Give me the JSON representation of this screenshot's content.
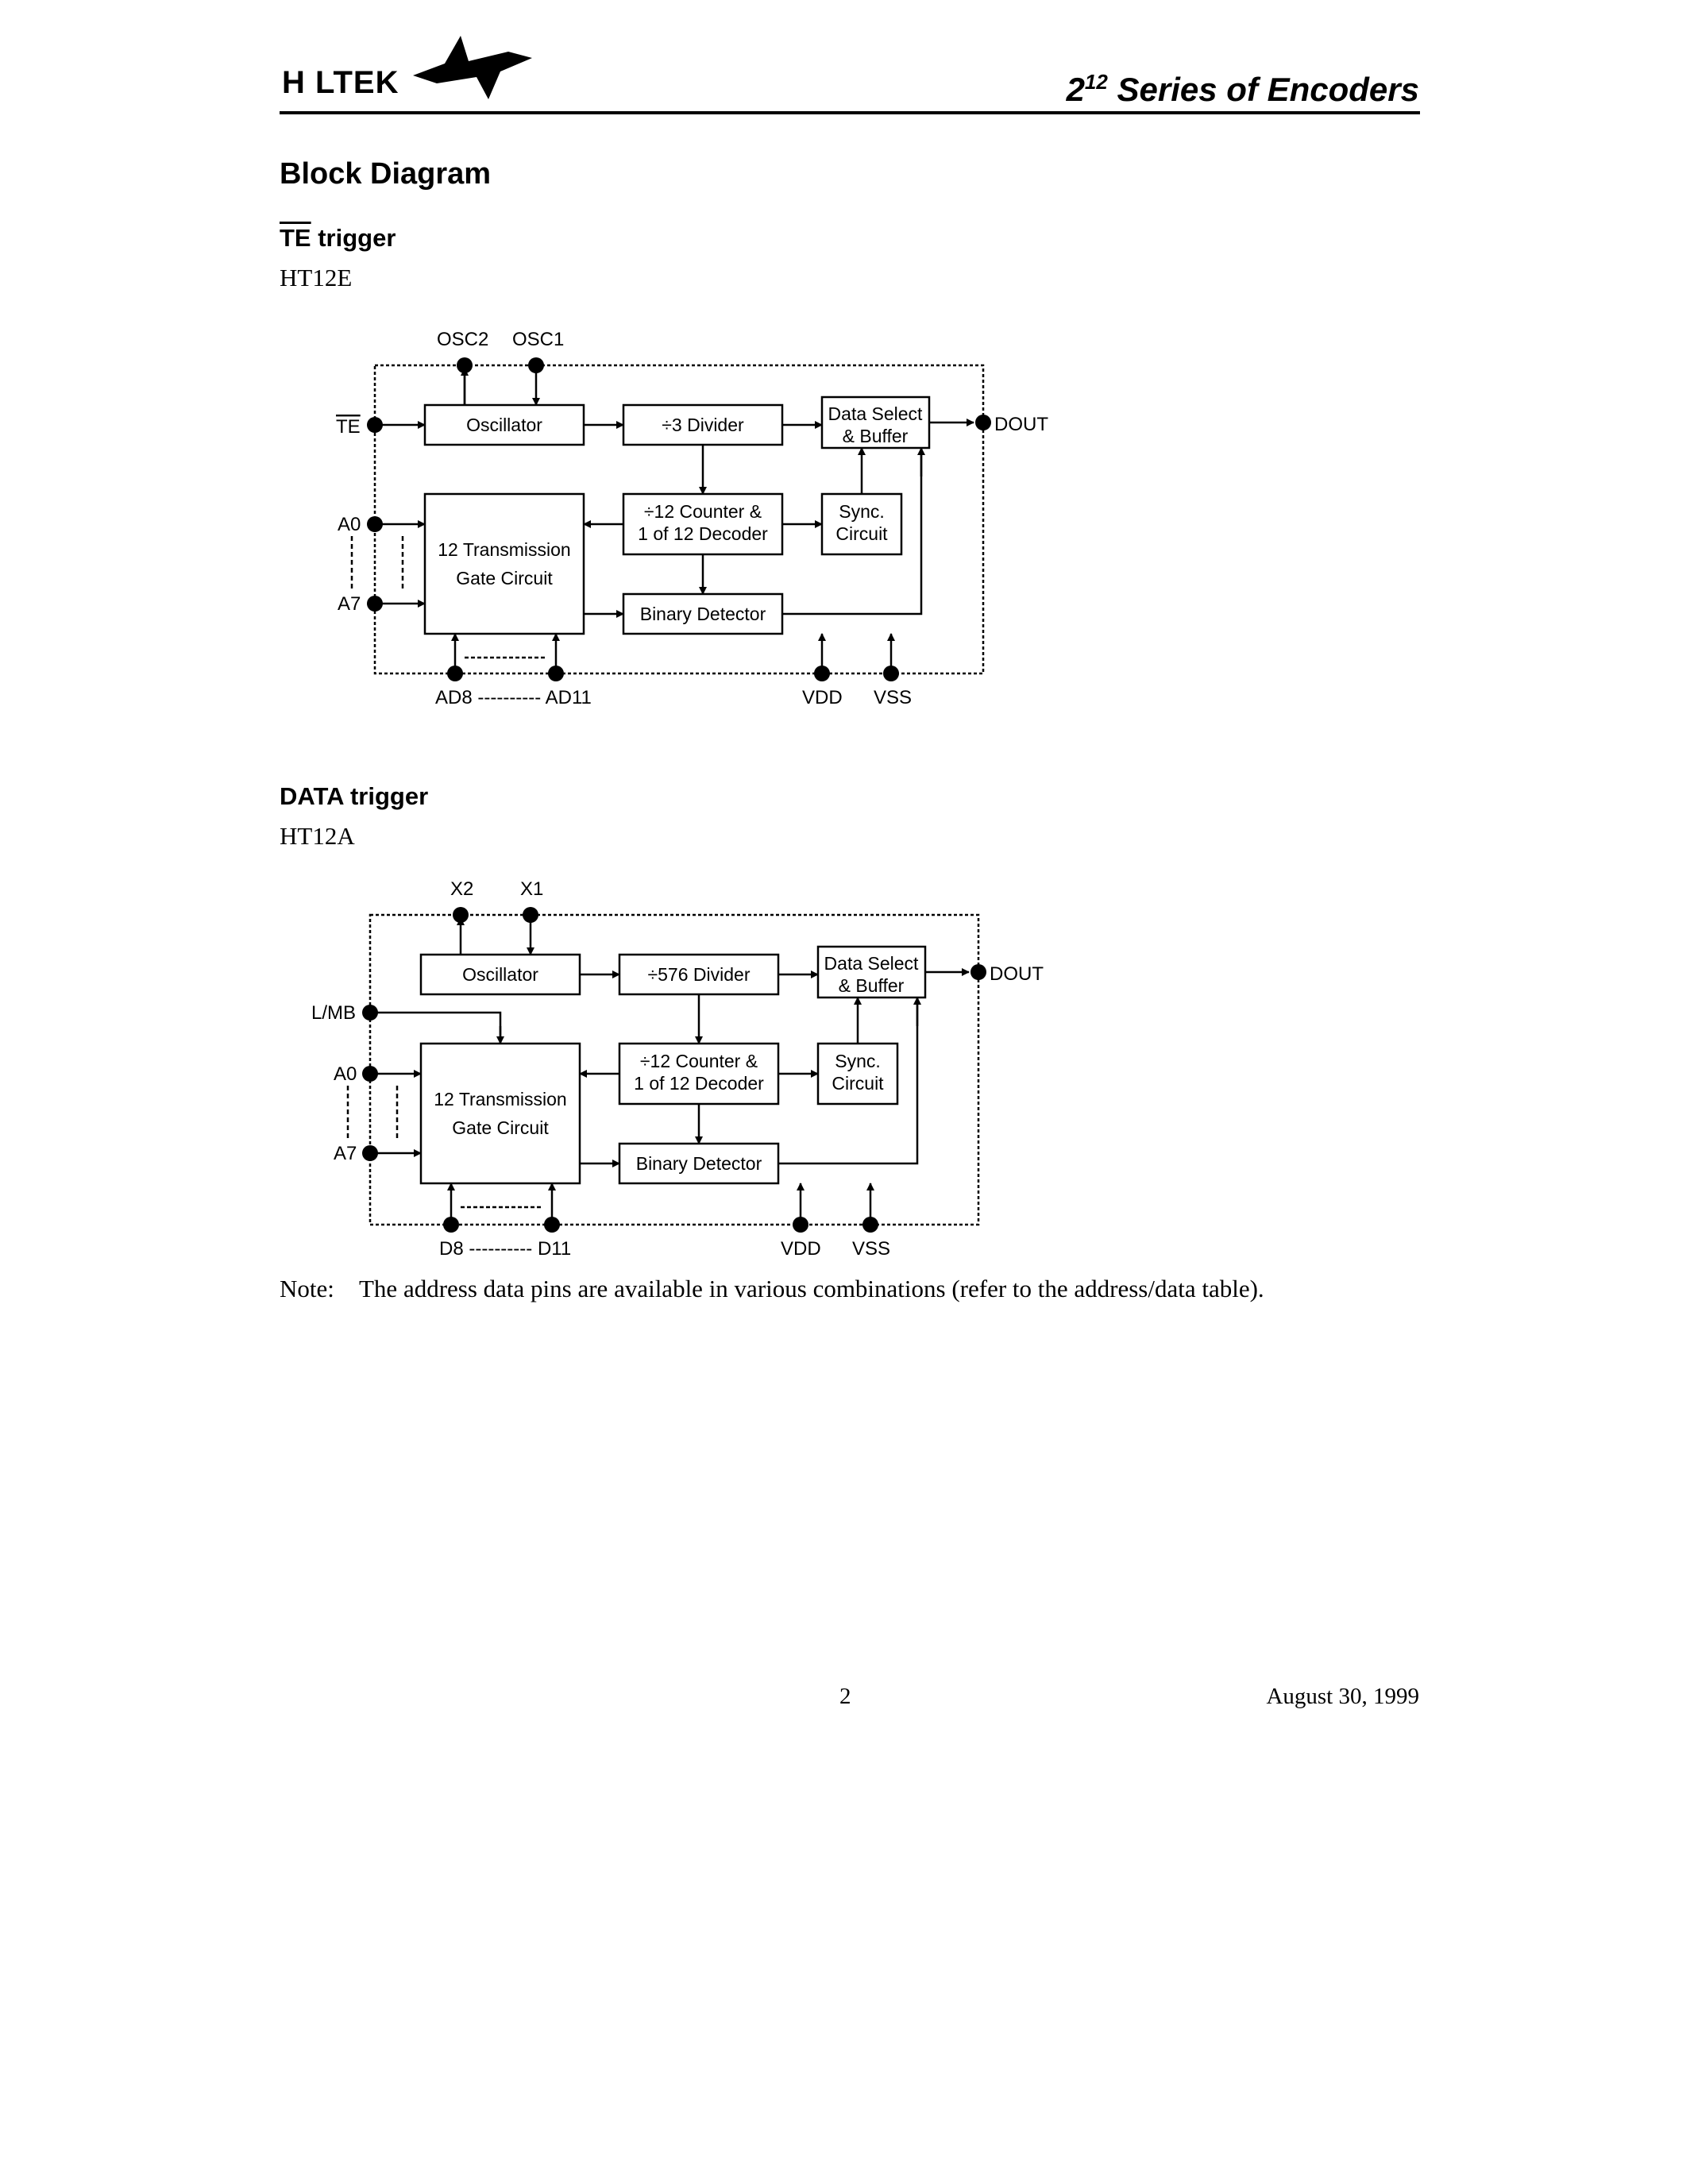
{
  "header": {
    "logo_text": "H  LTEK",
    "series_base": "2",
    "series_exp": "12",
    "series_rest": " Series of Encoders"
  },
  "section_title": "Block Diagram",
  "te": {
    "subhead_overline": "TE",
    "subhead_rest": " trigger",
    "part": "HT12E",
    "labels": {
      "osc2": "OSC2",
      "osc1": "OSC1",
      "te_pin": "TE",
      "dout": "DOUT",
      "a0": "A0",
      "a7": "A7",
      "ad_range": "AD8 ---------- AD11",
      "vdd": "VDD",
      "vss": "VSS"
    },
    "blocks": {
      "oscillator": "Oscillator",
      "divider": "÷3 Divider",
      "data_select_1": "Data Select",
      "data_select_2": "& Buffer",
      "counter_1": "÷12 Counter &",
      "counter_2": "1 of 12 Decoder",
      "sync_1": "Sync.",
      "sync_2": "Circuit",
      "tgate_1": "12 Transmission",
      "tgate_2": "Gate Circuit",
      "binary": "Binary Detector"
    }
  },
  "data": {
    "subhead": "DATA trigger",
    "part": "HT12A",
    "labels": {
      "x2": "X2",
      "x1": "X1",
      "lmb": "L/MB",
      "dout": "DOUT",
      "a0": "A0",
      "a7": "A7",
      "d_range": "D8 ---------- D11",
      "vdd": "VDD",
      "vss": "VSS"
    },
    "blocks": {
      "oscillator": "Oscillator",
      "divider": "÷576 Divider",
      "data_select_1": "Data Select",
      "data_select_2": "& Buffer",
      "counter_1": "÷12 Counter &",
      "counter_2": "1 of 12 Decoder",
      "sync_1": "Sync.",
      "sync_2": "Circuit",
      "tgate_1": "12 Transmission",
      "tgate_2": "Gate Circuit",
      "binary": "Binary Detector"
    }
  },
  "note": {
    "label": "Note:",
    "text": "The address data pins are available in various combinations (refer to the address/data table)."
  },
  "footer": {
    "page": "2",
    "date": "August 30, 1999"
  }
}
